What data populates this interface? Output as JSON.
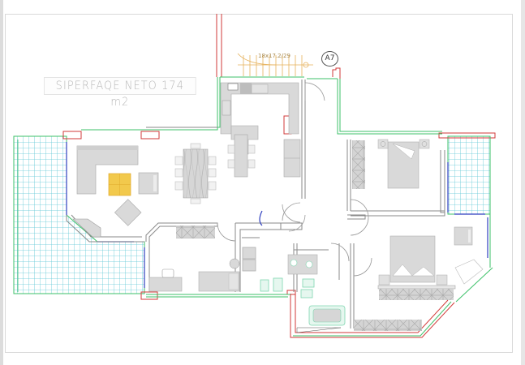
{
  "drawing": {
    "area_label": "SIPERFAQE NETO 174 m2",
    "stair_label": "18x17.2/29",
    "section_tag": "A7"
  },
  "colors": {
    "wall_outline": "#8a8a8a",
    "exterior_red": "#d23a3a",
    "insulation_green": "#3ec26a",
    "terrace_grid": "#5fc9d6",
    "glazing_blue": "#2e3fbf",
    "furniture_fill": "#d9d9d9",
    "ottoman_yellow": "#f2c94c",
    "stair_orange": "#e6b15a",
    "sanitary_green": "#7fd6b0"
  },
  "rooms": [
    {
      "name": "living-room",
      "furniture": [
        "corner-sofa",
        "ottoman",
        "armchair",
        "armchair-angled",
        "bay-bench"
      ]
    },
    {
      "name": "dining-area",
      "furniture": [
        "dining-table-8-seats"
      ]
    },
    {
      "name": "kitchen",
      "furniture": [
        "l-counter",
        "cooktop",
        "sink",
        "island-with-4-stools",
        "tall-cabinets"
      ]
    },
    {
      "name": "study-bedroom",
      "furniture": [
        "wardrobe",
        "desk",
        "single-bed"
      ]
    },
    {
      "name": "wc",
      "furniture": [
        "washbasin",
        "toilet",
        "bidet"
      ]
    },
    {
      "name": "bathroom",
      "furniture": [
        "double-washbasin",
        "toilet",
        "bidet",
        "bathtub"
      ]
    },
    {
      "name": "bedroom-1",
      "furniture": [
        "wardrobe",
        "double-bed",
        "nightstands"
      ]
    },
    {
      "name": "master-bedroom",
      "furniture": [
        "double-bed",
        "nightstands",
        "wardrobe",
        "armchair",
        "desk"
      ]
    },
    {
      "name": "terrace-west"
    },
    {
      "name": "terrace-east"
    }
  ]
}
